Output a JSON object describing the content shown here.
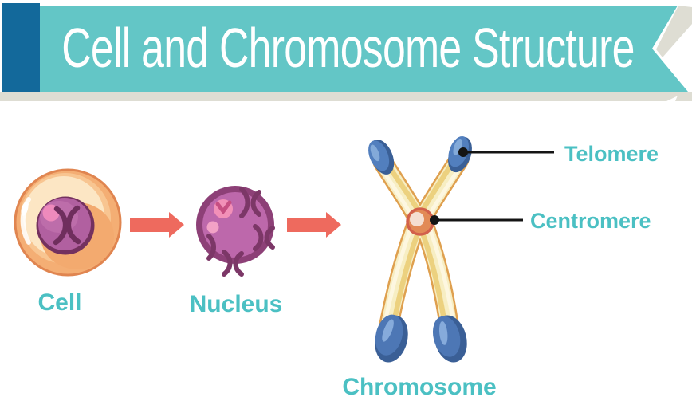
{
  "header": {
    "title": "Cell and Chromosome Structure"
  },
  "diagram": {
    "cell_label": "Cell",
    "nucleus_label": "Nucleus",
    "chromosome_label": "Chromosome",
    "callouts": {
      "telomere": "Telomere",
      "centromere": "Centromere"
    }
  },
  "icons": {
    "cell": "cell-illustration",
    "nucleus": "nucleus-illustration",
    "chromosome": "chromosome-illustration",
    "arrows": "right-arrow"
  },
  "colors": {
    "banner_teal": "#63c6c6",
    "banner_blue": "#13699b",
    "banner_shadow_gray": "#deddd3",
    "label_teal": "#4bc0c3",
    "arrow_red": "#ee6a5e",
    "callout_black": "#141414",
    "cell_orange": "#f4ae74",
    "cell_cream": "#fce6c4",
    "nucleus_purple": "#bd68ab",
    "nucleus_rim": "#8d4077",
    "chromosome_cream": "#f7eec3",
    "chromosome_outline": "#dfa04f",
    "telomere_blue": "#4d77b5",
    "centromere_orange": "#e28a56"
  }
}
